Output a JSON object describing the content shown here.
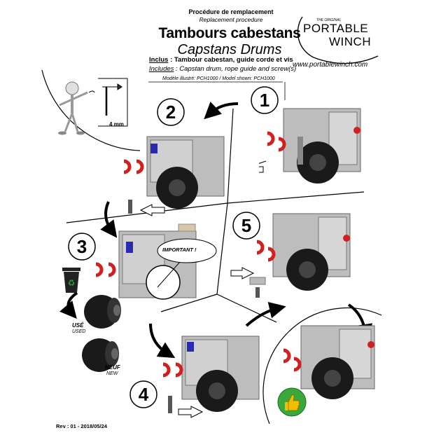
{
  "header": {
    "procedure_fr": "Procédure de remplacement",
    "procedure_en": "Replacement procedure",
    "title_fr": "Tambours cabestans",
    "title_en": "Capstans Drums",
    "included_fr_label": "Inclus",
    "included_fr_text": " : Tambour cabestan, guide corde et vis",
    "included_en_label": "Includes",
    "included_en_text": " : Capstan drum, rope guide and screw(s)",
    "model_line": "Modèle illustré: PCH1000 / Model shown: PCH1000"
  },
  "logo": {
    "small": "THE ORIGINAL",
    "brand_line1": "PORTABLE",
    "brand_line2": "WINCH",
    "url": "www.portablewinch.com"
  },
  "tool": {
    "size_label": "4 mm"
  },
  "steps": [
    "1",
    "2",
    "3",
    "4",
    "5"
  ],
  "step3": {
    "important": "IMPORTANT !",
    "used_fr": "USÉ",
    "used_en": "USED",
    "new_fr": "NEUF",
    "new_en": "NEW"
  },
  "footer": {
    "revision": "Rev : 01 - 2018/05/24"
  },
  "colors": {
    "hook_red": "#d02020",
    "machine_grey": "#9a9a9a",
    "drum_black": "#1a1a1a",
    "thumb_green": "#3aa83a",
    "recycle_green": "#2e9e3e"
  },
  "icons": [
    "recycle-bin-icon",
    "thumbs-up-icon",
    "hex-key-icon"
  ]
}
